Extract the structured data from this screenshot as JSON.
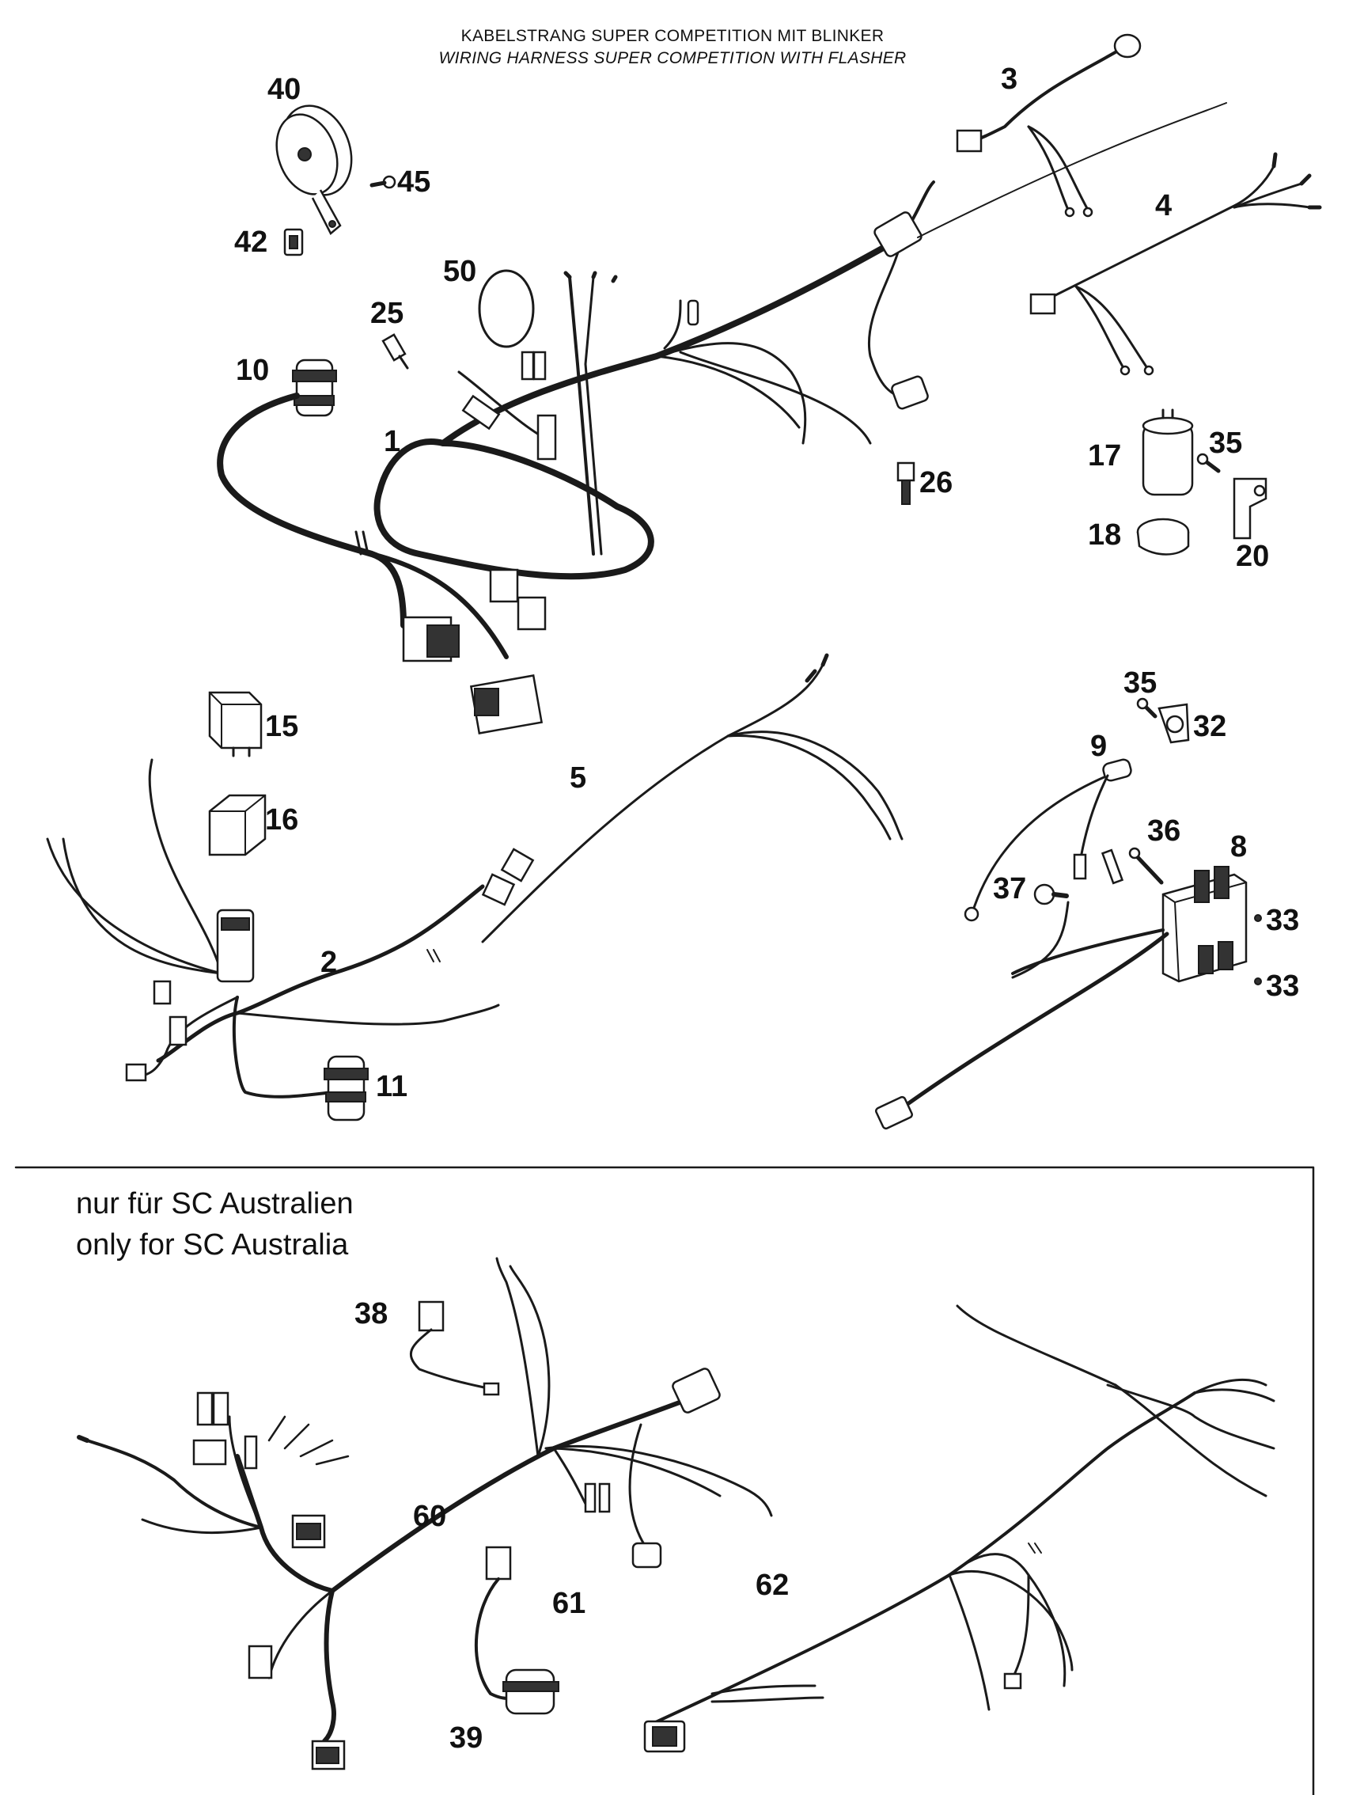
{
  "header": {
    "title_de": "KABELSTRANG SUPER COMPETITION MIT BLINKER",
    "title_en": "WIRING HARNESS SUPER COMPETITION WITH FLASHER"
  },
  "australia_section": {
    "line1": "nur für SC Australien",
    "line2": "only for SC Australia"
  },
  "callouts": [
    "40",
    "45",
    "42",
    "3",
    "4",
    "50",
    "25",
    "10",
    "1",
    "26",
    "17",
    "35",
    "18",
    "20",
    "15",
    "16",
    "5",
    "35",
    "32",
    "9",
    "36",
    "8",
    "37",
    "33",
    "33",
    "2",
    "11",
    "38",
    "60",
    "61",
    "39",
    "62"
  ]
}
